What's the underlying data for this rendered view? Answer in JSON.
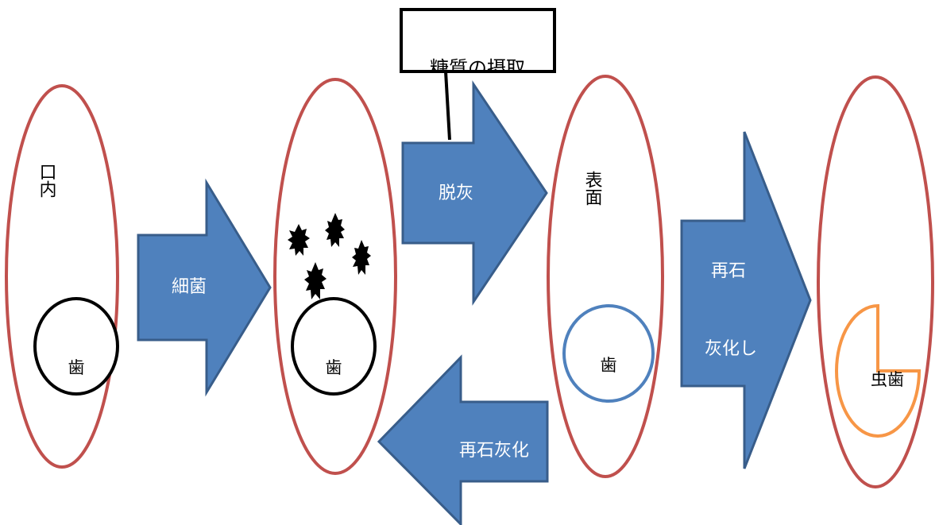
{
  "colors": {
    "ellipse_outline": "#c0504d",
    "arrow_fill": "#4f81bd",
    "arrow_outline": "#385d8a",
    "tooth_black": "#000000",
    "tooth_blue": "#4f81bd",
    "cavity_orange": "#f79646",
    "label_text_on_arrow": "#ffffff"
  },
  "callout": {
    "text": "糖質の摂取"
  },
  "stages": [
    {
      "side_text": "口内",
      "tooth_label": "歯",
      "tooth_outline": "black"
    },
    {
      "side_text": "",
      "tooth_label": "歯",
      "tooth_outline": "black",
      "bacteria_count": 4
    },
    {
      "side_text": "表面",
      "tooth_label": "歯",
      "tooth_outline": "blue"
    },
    {
      "side_text": "",
      "tooth_label": "虫歯",
      "tooth_outline": "orange-cutout"
    }
  ],
  "arrows": {
    "bacteria": {
      "label": "細菌"
    },
    "decalcify": {
      "label": "脱灰"
    },
    "recalcify_forward": {
      "line1": "再石",
      "line2": "灰化し"
    },
    "recalcify_back": {
      "label": "再石灰化"
    }
  }
}
